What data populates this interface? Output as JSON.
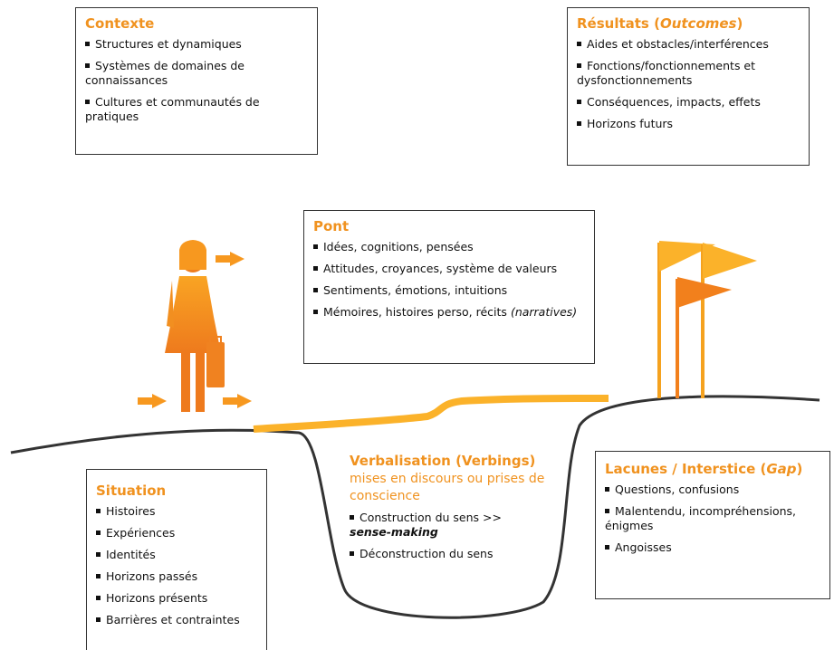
{
  "contexte": {
    "title": "Contexte",
    "items": [
      "Structures et dynamiques",
      "Systèmes de domaines de connaissances",
      "Cultures et communautés de pratiques"
    ]
  },
  "resultats": {
    "title_main": "Résultats (",
    "title_italic": "Outcomes",
    "title_end": ")",
    "items": [
      "Aides et obstacles/interférences",
      "Fonctions/fonctionnements et dysfonctionnements",
      "Conséquences, impacts, effets",
      "Horizons futurs"
    ]
  },
  "pont": {
    "title": "Pont",
    "items": [
      "Idées, cognitions, pensées",
      "Attitudes, croyances, système de valeurs",
      "Sentiments, émotions, intuitions",
      "Mémoires, histoires perso, récits"
    ],
    "item4_italic": "(narratives)"
  },
  "verbalisation": {
    "title": "Verbalisation (Verbings)",
    "subtitle": "mises en discours ou prises de conscience",
    "item1": "Construction du sens >>",
    "item1_emph": "sense-making",
    "item2": "Déconstruction du sens"
  },
  "lacunes": {
    "title_main": "Lacunes / Interstice (",
    "title_italic": "Gap",
    "title_end": ")",
    "items": [
      "Questions, confusions",
      "Malentendu, incompréhensions, énigmes",
      "Angoisses"
    ]
  },
  "situation": {
    "title": "Situation",
    "items": [
      "Histoires",
      "Expériences",
      "Identités",
      "Horizons  passés",
      "Horizons présents",
      "Barrières et contraintes"
    ]
  },
  "colors": {
    "accent": "#f0921f",
    "flag_light": "#fbb22a",
    "flag_dark": "#f2801c",
    "person_top": "#f9a423",
    "person_bottom": "#ee7a1d"
  },
  "icons": [
    "person-icon",
    "arrow-right-icon",
    "flag-icon"
  ]
}
